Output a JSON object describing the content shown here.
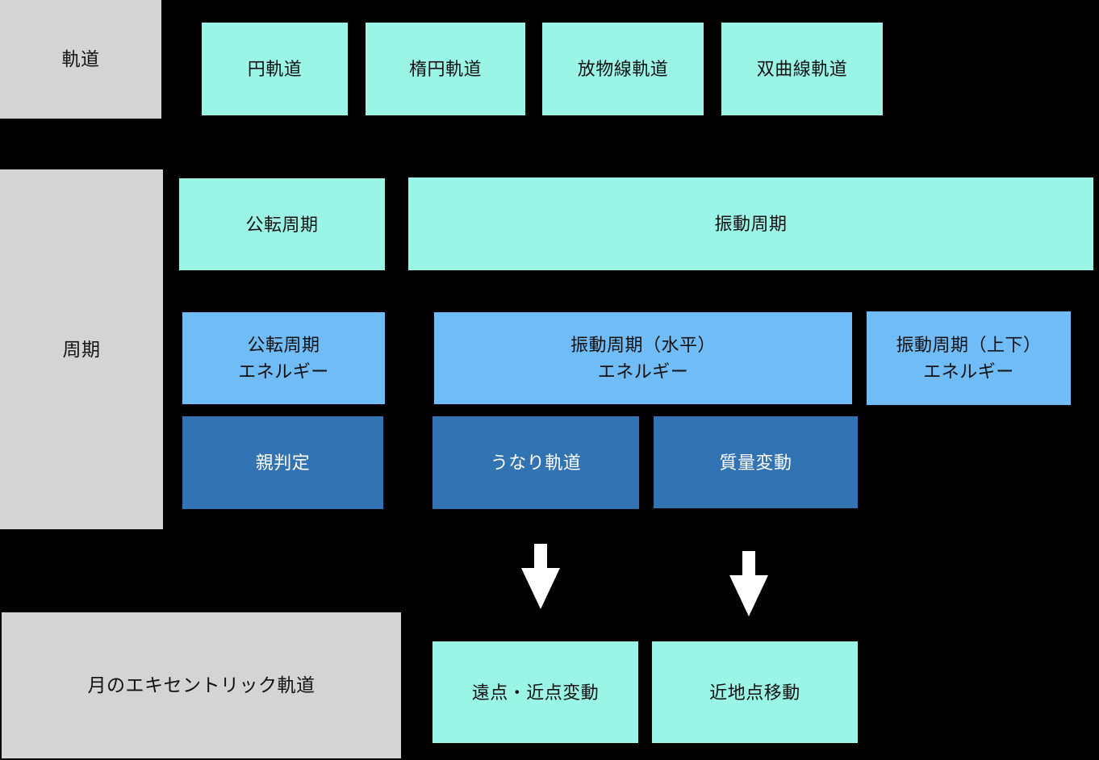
{
  "colors": {
    "background": "#000000",
    "header_gray": "#D4D4D4",
    "cyan": "#9AF5E6",
    "light_blue": "#70BCF7",
    "dark_blue": "#3273B4",
    "text_dark": "#111111",
    "text_light": "#FFFFFF",
    "arrow_white": "#FFFFFF"
  },
  "sections": {
    "orbit": {
      "header": "軌道",
      "boxes": [
        "円軌道",
        "楕円軌道",
        "放物線軌道",
        "双曲線軌道"
      ]
    },
    "period": {
      "header": "周期",
      "period_boxes": [
        "公転周期",
        "振動周期"
      ],
      "energy_boxes": [
        "公転周期\nエネルギー",
        "振動周期（水平）\nエネルギー",
        "振動周期（上下）\nエネルギー"
      ],
      "result_boxes": [
        "親判定",
        "うなり軌道",
        "質量変動"
      ]
    },
    "moon": {
      "header": "月のエキセントリック軌道",
      "boxes": [
        "遠点・近点変動",
        "近地点移動"
      ]
    }
  }
}
